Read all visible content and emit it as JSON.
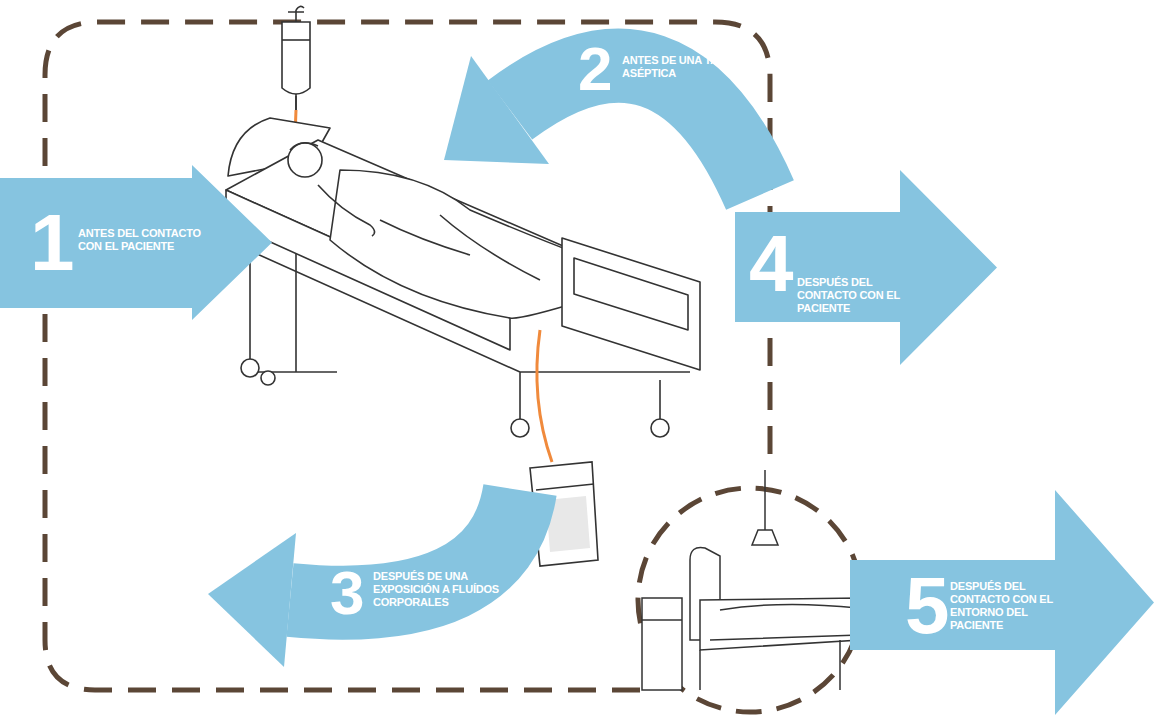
{
  "diagram": {
    "nodes": [
      {
        "text": [
          "1",
          "ANTES DEL CONTACTO CON EL PACIENTE"
        ]
      },
      {
        "text": [
          "2",
          "ANTES DE UNA TAREA ASÉPTICA"
        ]
      },
      {
        "text": [
          "3",
          "DESPUÉS DE UNA EXPOSICIÓN A FLUÍDOS CORPORALES"
        ]
      },
      {
        "text": [
          "4",
          "DESPUÉS DEL CONTACTO CON EL PACIENTE"
        ]
      },
      {
        "text": [
          "5",
          "DESPUÉS DEL CONTACTO CON EL ENTORNO DEL PACIENTE"
        ]
      }
    ]
  }
}
